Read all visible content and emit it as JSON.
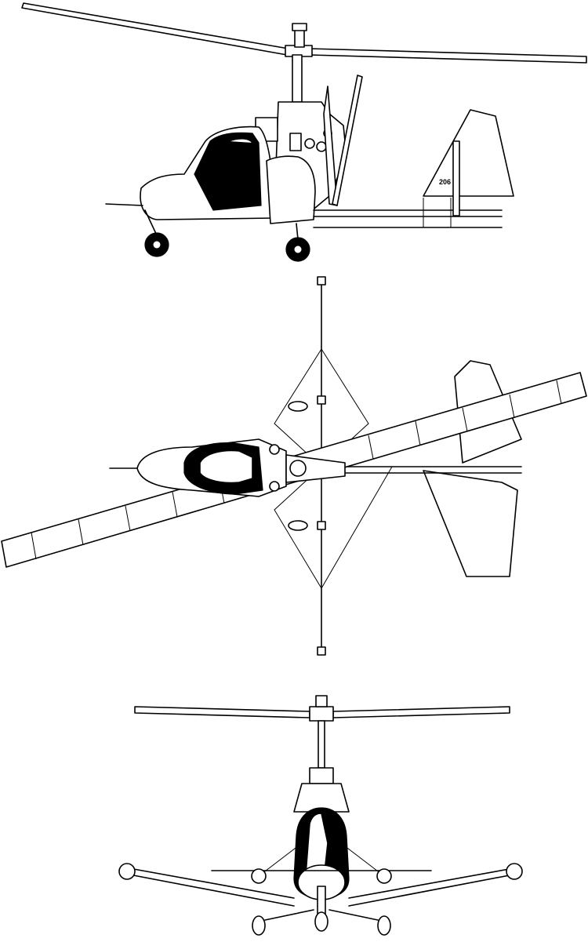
{
  "drawing": {
    "views": [
      {
        "id": "side"
      },
      {
        "id": "top"
      },
      {
        "id": "front"
      }
    ],
    "markings": {
      "tail_code": "206"
    }
  },
  "colors": {
    "line": "#000000",
    "background": "#ffffff",
    "canopy_tint": "#000000"
  }
}
